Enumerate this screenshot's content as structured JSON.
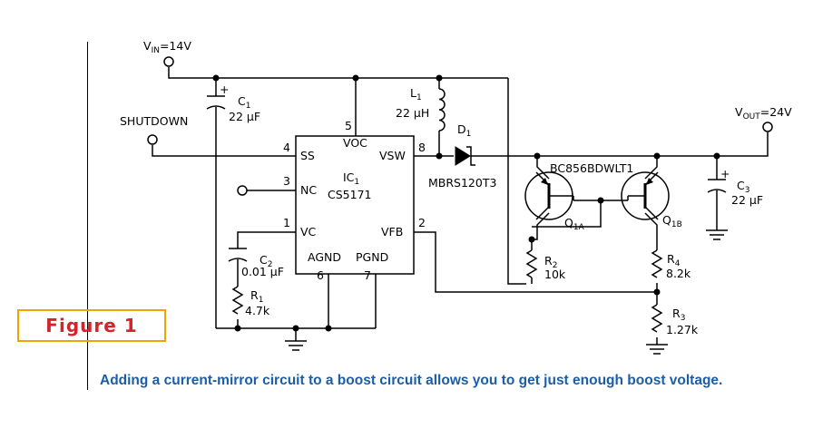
{
  "figure": {
    "label": "Figure 1"
  },
  "caption": "Adding a current-mirror circuit to a boost circuit allows you to get just enough boost voltage.",
  "ports": {
    "vin": {
      "name": "V",
      "sub": "IN",
      "value": "=14V"
    },
    "vout": {
      "name": "V",
      "sub": "OUT",
      "value": "=24V"
    },
    "shutdown": "SHUTDOWN"
  },
  "ic": {
    "name": "IC",
    "sub": "1",
    "part": "CS5171",
    "pins": {
      "ss": "SS",
      "nc": "NC",
      "vc": "VC",
      "voc": "VOC",
      "vsw": "VSW",
      "vfb": "VFB",
      "agnd": "AGND",
      "pgnd": "PGND"
    },
    "pin_numbers": {
      "ss": "4",
      "nc": "3",
      "vc": "1",
      "voc": "5",
      "vsw": "8",
      "vfb": "2",
      "agnd": "6",
      "pgnd": "7"
    }
  },
  "components": {
    "c1": {
      "name": "C",
      "sub": "1",
      "value": "22 µF",
      "plus": "+"
    },
    "c2": {
      "name": "C",
      "sub": "2",
      "value": "0.01 µF"
    },
    "c3": {
      "name": "C",
      "sub": "3",
      "value": "22 µF",
      "plus": "+"
    },
    "l1": {
      "name": "L",
      "sub": "1",
      "value": "22 µH"
    },
    "d1": {
      "name": "D",
      "sub": "1",
      "part": "MBRS120T3"
    },
    "r1": {
      "name": "R",
      "sub": "1",
      "value": "4.7k"
    },
    "r2": {
      "name": "R",
      "sub": "2",
      "value": "10k"
    },
    "r3": {
      "name": "R",
      "sub": "3",
      "value": "1.27k"
    },
    "r4": {
      "name": "R",
      "sub": "4",
      "value": "8.2k"
    },
    "q1a": {
      "name": "Q",
      "sub": "1A"
    },
    "q1b": {
      "name": "Q",
      "sub": "1B"
    },
    "q_part": "BC856BDWLT1"
  }
}
